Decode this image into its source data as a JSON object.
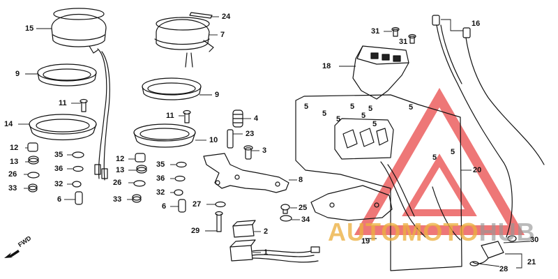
{
  "fwd_label": "FWD",
  "watermark": {
    "part1": "AUTO",
    "part2": "MOTO",
    "part3": "HUB",
    "color_orange": "#ecb040",
    "color_gray": "#969696",
    "triangle_color": "#e84a4a"
  },
  "callouts": [
    {
      "id": "c15",
      "text": "15"
    },
    {
      "id": "c9a",
      "text": "9"
    },
    {
      "id": "c11a",
      "text": "11"
    },
    {
      "id": "c14",
      "text": "14"
    },
    {
      "id": "c12a",
      "text": "12"
    },
    {
      "id": "c13a",
      "text": "13"
    },
    {
      "id": "c26a",
      "text": "26"
    },
    {
      "id": "c33a",
      "text": "33"
    },
    {
      "id": "c35a",
      "text": "35"
    },
    {
      "id": "c36a",
      "text": "36"
    },
    {
      "id": "c32a",
      "text": "32"
    },
    {
      "id": "c6a",
      "text": "6"
    },
    {
      "id": "c24",
      "text": "24"
    },
    {
      "id": "c7",
      "text": "7"
    },
    {
      "id": "c9b",
      "text": "9"
    },
    {
      "id": "c11b",
      "text": "11"
    },
    {
      "id": "c10",
      "text": "10"
    },
    {
      "id": "c12b",
      "text": "12"
    },
    {
      "id": "c13b",
      "text": "13"
    },
    {
      "id": "c26b",
      "text": "26"
    },
    {
      "id": "c33b",
      "text": "33"
    },
    {
      "id": "c35b",
      "text": "35"
    },
    {
      "id": "c36b",
      "text": "36"
    },
    {
      "id": "c32b",
      "text": "32"
    },
    {
      "id": "c6b",
      "text": "6"
    },
    {
      "id": "c27",
      "text": "27"
    },
    {
      "id": "c29",
      "text": "29"
    },
    {
      "id": "c2",
      "text": "2"
    },
    {
      "id": "c1",
      "text": "1"
    },
    {
      "id": "c4",
      "text": "4"
    },
    {
      "id": "c23",
      "text": "23"
    },
    {
      "id": "c3",
      "text": "3"
    },
    {
      "id": "c8",
      "text": "8"
    },
    {
      "id": "c25",
      "text": "25"
    },
    {
      "id": "c34",
      "text": "34"
    },
    {
      "id": "c31a",
      "text": "31"
    },
    {
      "id": "c31b",
      "text": "31"
    },
    {
      "id": "c18",
      "text": "18"
    },
    {
      "id": "c16",
      "text": "16"
    },
    {
      "id": "c5a",
      "text": "5"
    },
    {
      "id": "c5b",
      "text": "5"
    },
    {
      "id": "c5c",
      "text": "5"
    },
    {
      "id": "c5d",
      "text": "5"
    },
    {
      "id": "c5e",
      "text": "5"
    },
    {
      "id": "c5f",
      "text": "5"
    },
    {
      "id": "c5g",
      "text": "5"
    },
    {
      "id": "c5h",
      "text": "5"
    },
    {
      "id": "c5i",
      "text": "5"
    },
    {
      "id": "c5j",
      "text": "5"
    },
    {
      "id": "c20",
      "text": "20"
    },
    {
      "id": "c19",
      "text": "19"
    },
    {
      "id": "c30",
      "text": "30"
    },
    {
      "id": "c21",
      "text": "21"
    },
    {
      "id": "c28",
      "text": "28"
    }
  ]
}
